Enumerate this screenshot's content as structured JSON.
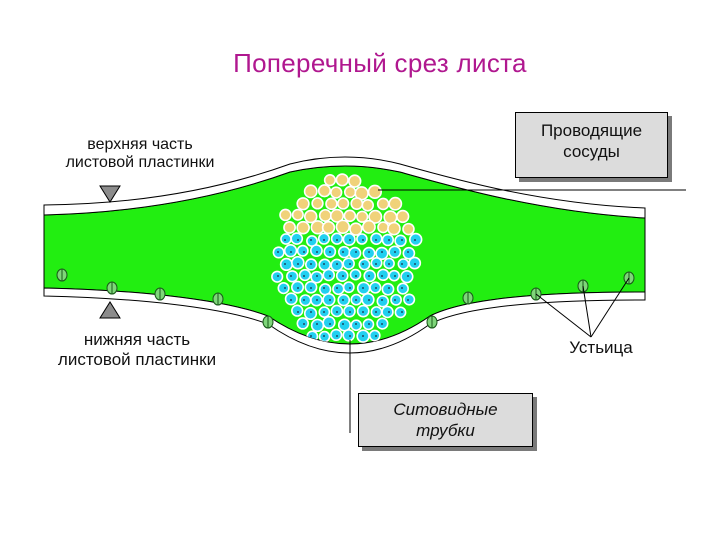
{
  "title": "Поперечный срез листа",
  "labels": {
    "upper_line1": "верхняя часть",
    "upper_line2": "листовой пластинки",
    "lower_line1": "нижняя часть",
    "lower_line2": "листовой пластинки",
    "vessels_line1": "Проводящие",
    "vessels_line2": "сосуды",
    "sieve_line1": "Ситовидные",
    "sieve_line2": "трубки",
    "stomata": "Устьица"
  },
  "colors": {
    "title": "#b0178f",
    "mesophyll": "#22ee11",
    "xylem_cells": "#f0d27a",
    "phloem_cells": "#22d0f0",
    "box_fill": "#dcdcdc"
  },
  "icons": {
    "upper_marker": "triangle-down-icon",
    "lower_marker": "triangle-up-icon"
  }
}
